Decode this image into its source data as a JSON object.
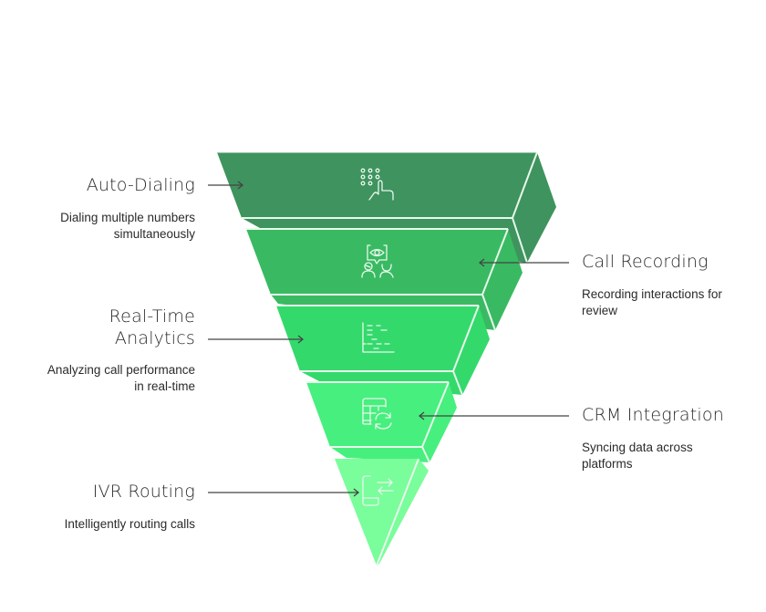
{
  "diagram": {
    "type": "inverted-pyramid-funnel",
    "layers": [
      {
        "id": "auto-dialing",
        "title": "Auto-Dialing",
        "description": [
          "Dialing multiple numbers",
          "simultaneously"
        ],
        "icon": "keypad-touch-icon",
        "side": "left",
        "color": "#3F935E"
      },
      {
        "id": "call-recording",
        "title": "Call Recording",
        "description": [
          "Recording interactions for",
          "review"
        ],
        "icon": "eye-speech-people-icon",
        "side": "right",
        "color": "#39BA62"
      },
      {
        "id": "real-time-analytics",
        "title": [
          "Real-Time",
          "Analytics"
        ],
        "description": [
          "Analyzing call performance",
          "in real-time"
        ],
        "icon": "analytics-chart-icon",
        "side": "left",
        "color": "#34D96C"
      },
      {
        "id": "crm-integration",
        "title": "CRM Integration",
        "description": [
          "Syncing data across",
          "platforms"
        ],
        "icon": "table-sync-icon",
        "side": "right",
        "color": "#47EF7E"
      },
      {
        "id": "ivr-routing",
        "title": "IVR Routing",
        "description": [
          "Intelligently routing calls"
        ],
        "icon": "phone-routing-icon",
        "side": "left",
        "color": "#7AFD9B"
      }
    ],
    "edge_color": "#E8F8EC",
    "connector_color": "#444444"
  }
}
